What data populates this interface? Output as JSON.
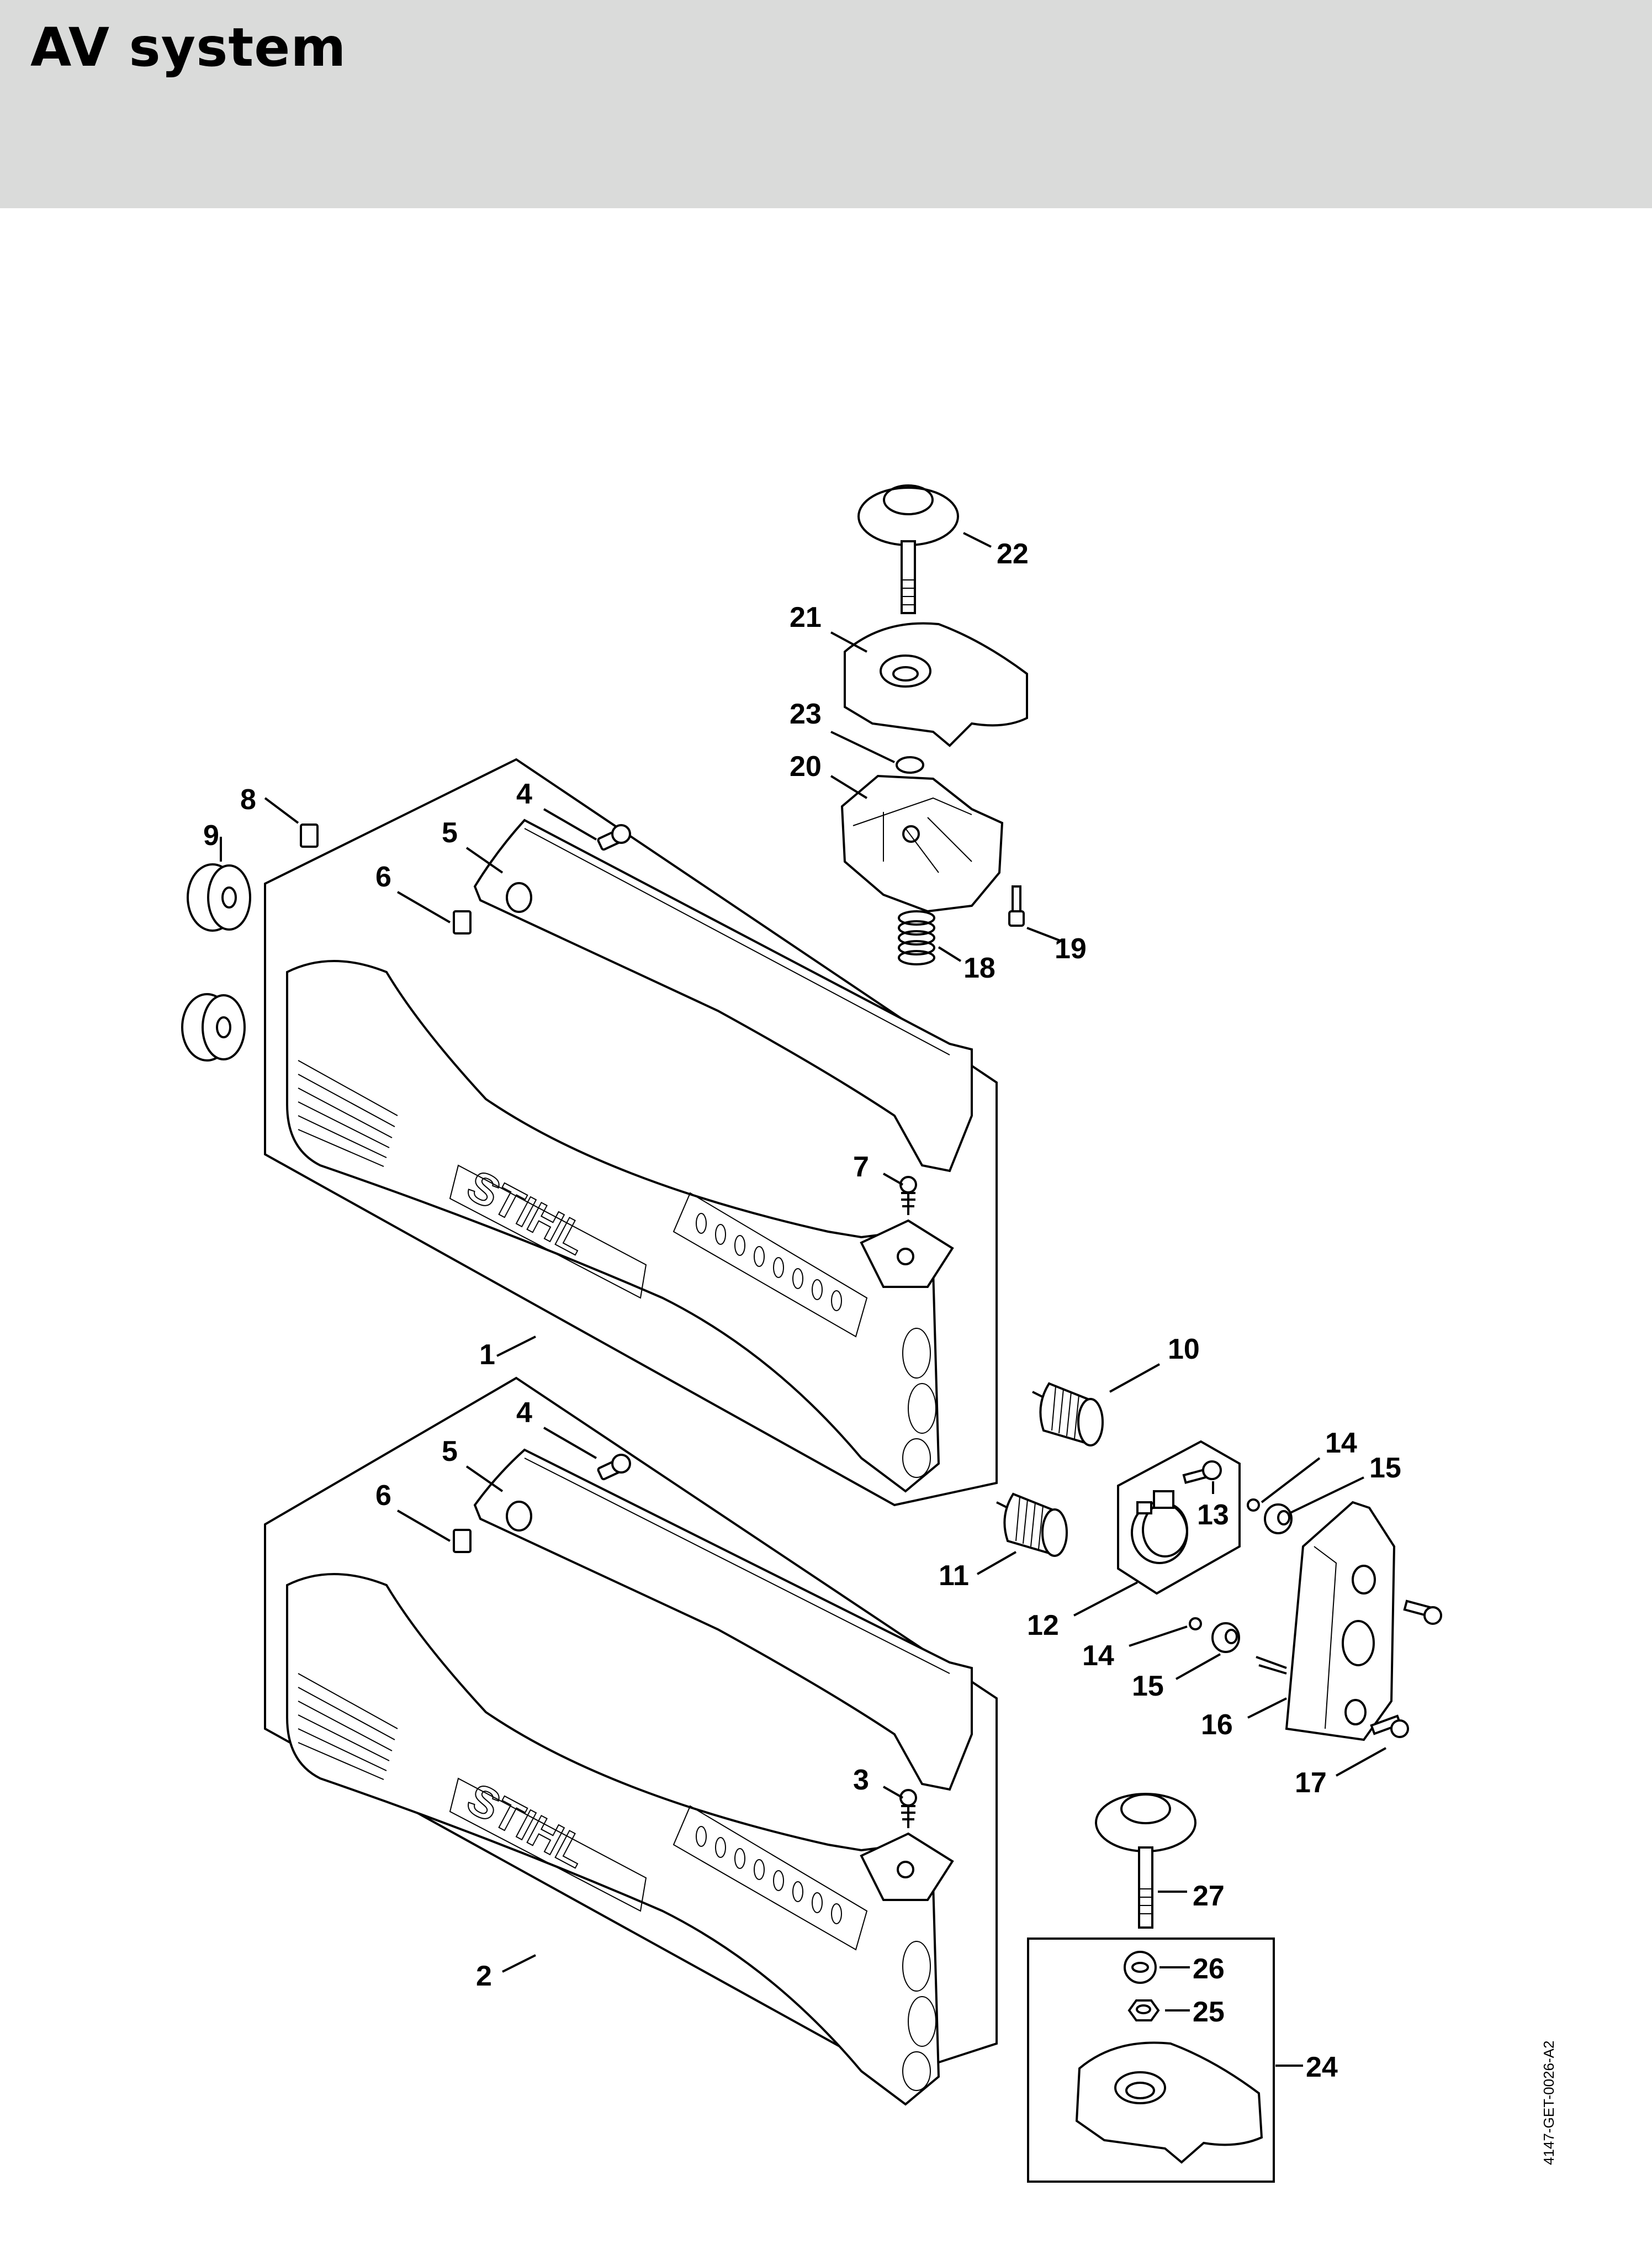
{
  "header": {
    "title": "AV system",
    "background_color": "#dadbda"
  },
  "diagram": {
    "document_code": "4147-GET-0026-A2",
    "brand_mark": "STIHL",
    "callouts": [
      {
        "id": "c1",
        "label": "1"
      },
      {
        "id": "c2",
        "label": "2"
      },
      {
        "id": "c3",
        "label": "3"
      },
      {
        "id": "c4a",
        "label": "4"
      },
      {
        "id": "c4b",
        "label": "4"
      },
      {
        "id": "c5a",
        "label": "5"
      },
      {
        "id": "c5b",
        "label": "5"
      },
      {
        "id": "c6a",
        "label": "6"
      },
      {
        "id": "c6b",
        "label": "6"
      },
      {
        "id": "c7",
        "label": "7"
      },
      {
        "id": "c8",
        "label": "8"
      },
      {
        "id": "c9",
        "label": "9"
      },
      {
        "id": "c10",
        "label": "10"
      },
      {
        "id": "c11",
        "label": "11"
      },
      {
        "id": "c12",
        "label": "12"
      },
      {
        "id": "c13",
        "label": "13"
      },
      {
        "id": "c14a",
        "label": "14"
      },
      {
        "id": "c14b",
        "label": "14"
      },
      {
        "id": "c15a",
        "label": "15"
      },
      {
        "id": "c15b",
        "label": "15"
      },
      {
        "id": "c16",
        "label": "16"
      },
      {
        "id": "c17",
        "label": "17"
      },
      {
        "id": "c18",
        "label": "18"
      },
      {
        "id": "c19",
        "label": "19"
      },
      {
        "id": "c20",
        "label": "20"
      },
      {
        "id": "c21",
        "label": "21"
      },
      {
        "id": "c22",
        "label": "22"
      },
      {
        "id": "c23",
        "label": "23"
      },
      {
        "id": "c24",
        "label": "24"
      },
      {
        "id": "c25",
        "label": "25"
      },
      {
        "id": "c26",
        "label": "26"
      },
      {
        "id": "c27",
        "label": "27"
      }
    ]
  }
}
